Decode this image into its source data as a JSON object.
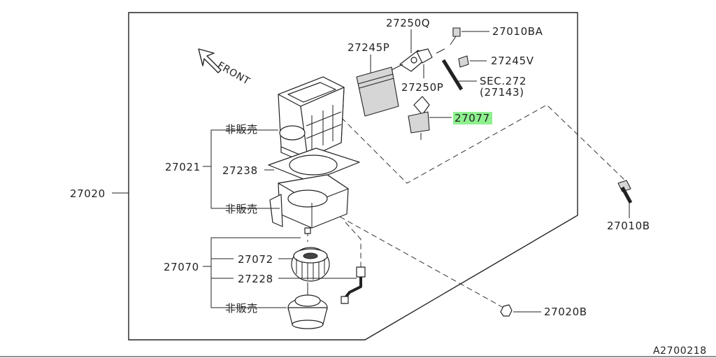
{
  "labels": {
    "p27020": "27020",
    "p27021": "27021",
    "p27070": "27070",
    "p27010BA": "27010BA",
    "p27250Q": "27250Q",
    "p27245P": "27245P",
    "p27245V": "27245V",
    "p27250P": "27250P",
    "sec_line1": "SEC.272",
    "sec_line2": "(27143)",
    "p27077": "27077",
    "p27238": "27238",
    "p27072": "27072",
    "p27228": "27228",
    "p27010B": "27010B",
    "p27020B": "27020B",
    "not_sold_1": "非販売",
    "not_sold_2": "非販売",
    "not_sold_3": "非販売",
    "front": "FRONT",
    "diagram_code": "A2700218"
  },
  "colors": {
    "highlight": "#8ef08e",
    "line": "#222222"
  }
}
